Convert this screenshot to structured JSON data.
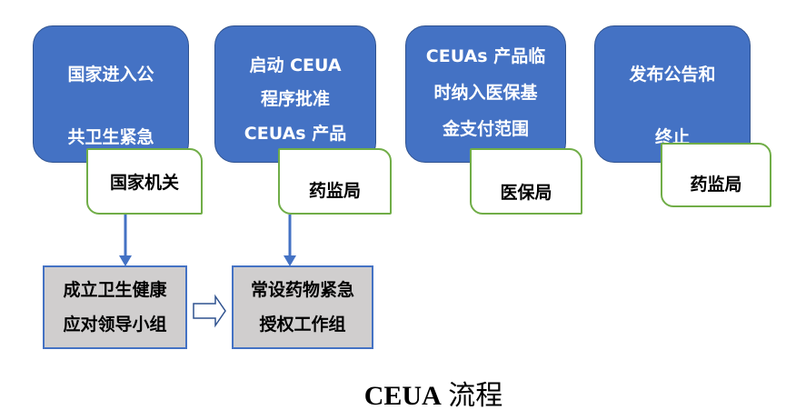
{
  "diagram": {
    "title": "CEUA 流程",
    "title_en": "CEUA",
    "title_zh": "流程",
    "steps": [
      {
        "lines": [
          "国家进入公",
          "共卫生紧急"
        ],
        "agency": "国家机关"
      },
      {
        "lines": [
          "启动 CEUA",
          "程序批准",
          "CEUAs 产品"
        ],
        "agency": "药监局"
      },
      {
        "lines": [
          "CEUAs 产品临",
          "时纳入医保基",
          "金支付范围"
        ],
        "agency": "医保局"
      },
      {
        "lines": [
          "发布公告和",
          "终止"
        ],
        "agency": "药监局"
      }
    ],
    "groups": [
      {
        "lines": [
          "成立卫生健康",
          "应对领导小组"
        ]
      },
      {
        "lines": [
          "常设药物紧急",
          "授权工作组"
        ]
      }
    ]
  },
  "colors": {
    "step_fill": "#4472c4",
    "step_border": "#2f528f",
    "agency_border": "#70ad47",
    "group_fill": "#d0cece",
    "group_border": "#4472c4",
    "arrow": "#4472c4"
  }
}
